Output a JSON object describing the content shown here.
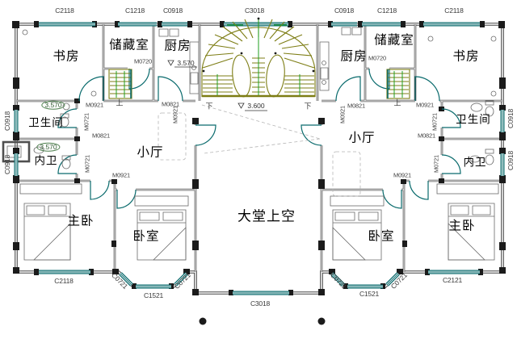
{
  "colors": {
    "window_teal": "#0a6b6d",
    "stair_olive": "#7d7d14",
    "rail_green": "#1f9f1f",
    "wall_gray": "#454545",
    "pier_black": "#1b1b1b",
    "text": "#111111"
  },
  "rooms": {
    "study_left": "书房",
    "storage_left": "储藏室",
    "kitchen_left": "厨房",
    "kitchen_right": "厨房",
    "storage_right": "储藏室",
    "study_right": "书房",
    "bath_left": "卫生间",
    "ensuite_left": "内卫",
    "hall_left": "小厅",
    "hall_right": "小厅",
    "bath_right": "卫生间",
    "ensuite_right": "内卫",
    "master_left": "主卧",
    "bedroom_left": "卧室",
    "atrium": "大堂上空",
    "bedroom_right": "卧室",
    "master_right": "主卧"
  },
  "windows": {
    "c2118_top_left": "C2118",
    "c1218_top_left": "C1218",
    "c0918_top_left": "C0918",
    "c3018_top": "C3018",
    "c0918_top_right": "C0918",
    "c1218_top_right": "C1218",
    "c2118_top_right": "C2118",
    "c0918_left_upper": "C0918",
    "c0918_left_lower": "C0918",
    "c0918_right_upper": "C0918",
    "c0918_right_lower": "C0918",
    "c2118_bottom_left": "C2118",
    "c0721_bay_left_a": "C0721",
    "c1521_bay_left": "C1521",
    "c0721_bay_left_b": "C0721",
    "c3018_bottom": "C3018",
    "c0721_bay_right_a": "C0721",
    "c1521_bay_right": "C1521",
    "c0721_bay_right_b": "C0721",
    "c2121_bottom_right": "C2121"
  },
  "doors": {
    "m0921_study_left": "M0921",
    "m0720_storage_left": "M0720",
    "m0821_kitchen_left": "M0821",
    "m0921_hall_left": "M0921",
    "m0721_bath_left": "M0721",
    "m0821_hall_left_inner": "M0821",
    "m0721_ensuite_left": "M0721",
    "m0921_bedroom_left": "M0921",
    "m0921_study_right": "M0921",
    "m0720_storage_right": "M0720",
    "m0821_kitchen_right": "M0821",
    "m0921_hall_right": "M0921",
    "m0721_bath_right": "M0721",
    "m0821_hall_right_inner": "M0821",
    "m0721_ensuite_right": "M0721",
    "m0921_bedroom_right": "M0921"
  },
  "levels": {
    "bath_left": "3.570",
    "ensuite_left": "3.570",
    "kitchen_left": "3.570",
    "stair_landing": "3.600"
  },
  "stair_marks": {
    "down_left": "下",
    "down_right": "下",
    "up_left": "上",
    "up_right": "上"
  }
}
